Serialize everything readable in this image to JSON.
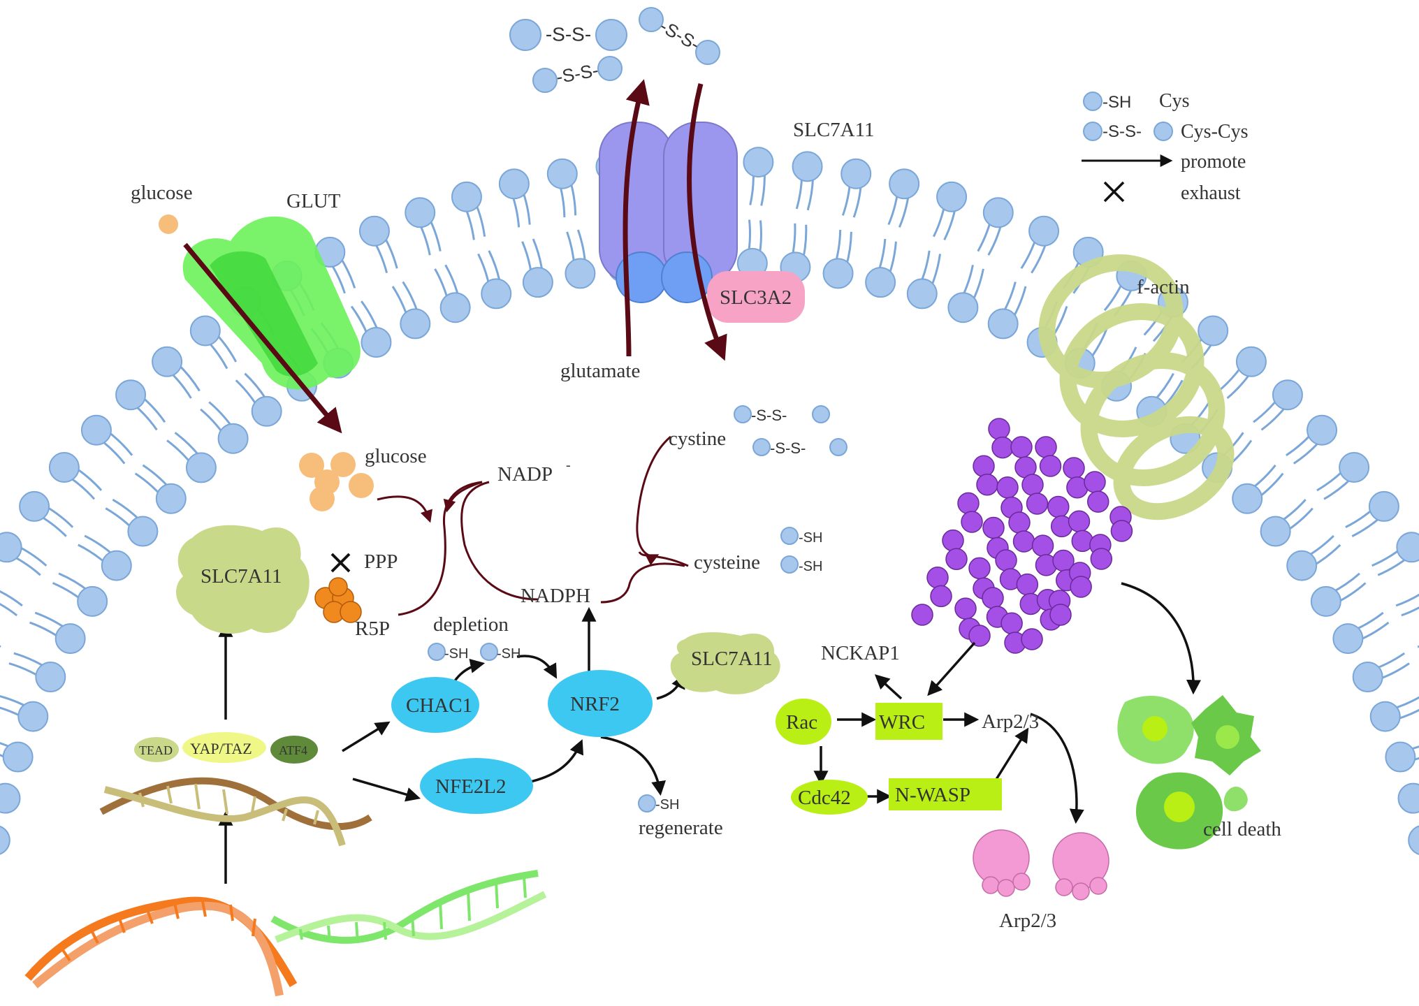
{
  "legend": {
    "sh_text": "-SH",
    "ss_text": "-S-S-",
    "cys": "Cys",
    "cyscys": "Cys-Cys",
    "promote": "promote",
    "exhaust": "exhaust"
  },
  "labels": {
    "glucose_out": "glucose",
    "glut": "GLUT",
    "slc7a11_transporter": "SLC7A11",
    "slc3a2": "SLC3A2",
    "glutamate": "glutamate",
    "f_actin": "f-actin",
    "glucose_in": "glucose",
    "nadp": "NADP",
    "nadp_sup": "-",
    "nadph": "NADPH",
    "cystine": "cystine",
    "cysteine": "cysteine",
    "ppp": "PPP",
    "r5p": "R5P",
    "depletion": "depletion",
    "slc7a11_blob_left": "SLC7A11",
    "slc7a11_blob_right": "SLC7A11",
    "chac1": "CHAC1",
    "nrf2": "NRF2",
    "nfe2l2": "NFE2L2",
    "regenerate": "regenerate",
    "tead": "TEAD",
    "yaptaz": "YAP/TAZ",
    "atf4": "ATF4",
    "nckap1": "NCKAP1",
    "rac": "Rac",
    "wrc": "WRC",
    "arp23_top": "Arp2/3",
    "cdc42": "Cdc42",
    "nwasp": "N-WASP",
    "arp23_bottom": "Arp2/3",
    "cell_death": "cell death",
    "sh": "-SH",
    "ss": "-S-S-"
  },
  "colors": {
    "lipid_head": "#a7c8ec",
    "lipid_stroke": "#7aa6d8",
    "dark_arrow": "#5a0a14",
    "nrf2_blue": "#3cc8f0",
    "lime": "#b9ef14",
    "purple": "#a44fe6",
    "pink": "#f39ad4",
    "actin": "#c9d98a",
    "glut_green": "#6cf25a",
    "transporter": "#9b96ee",
    "glucose_orange": "#f7bd7a"
  }
}
